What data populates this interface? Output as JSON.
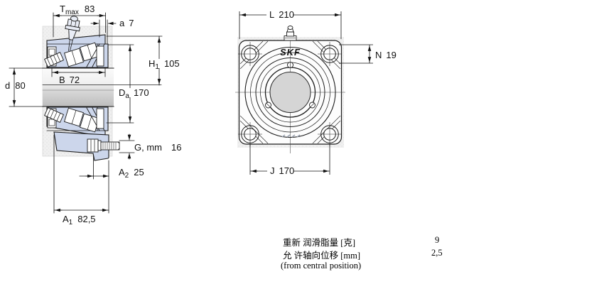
{
  "front_view": {
    "dimensions": {
      "tmax": {
        "sym": "T",
        "sub": "max",
        "val": "83"
      },
      "a": {
        "sym": "a",
        "val": "7"
      },
      "h1": {
        "sym": "H",
        "sub": "1",
        "val": "105"
      },
      "d": {
        "sym": "d",
        "val": "80"
      },
      "b": {
        "sym": "B",
        "val": "72"
      },
      "da": {
        "sym": "D",
        "sub": "a",
        "val": "170"
      },
      "g": {
        "sym": "G, mm",
        "val": "16"
      },
      "a2": {
        "sym": "A",
        "sub": "2",
        "val": "25"
      },
      "a1": {
        "sym": "A",
        "sub": "1",
        "val": "82,5"
      }
    }
  },
  "side_view": {
    "logo": "SKF",
    "dimensions": {
      "l": {
        "sym": "L",
        "val": "210"
      },
      "n": {
        "sym": "N",
        "val": "19"
      },
      "j": {
        "sym": "J",
        "val": "170"
      }
    }
  },
  "notes": {
    "rows": [
      {
        "label": "重新 润滑脂量 [克]",
        "value": "9"
      },
      {
        "label": "允 许轴向位移 [mm]",
        "value": "2,5"
      }
    ],
    "footnote": "(from central position)"
  },
  "colors": {
    "housing_fill": "#ccd6eb",
    "line": "#1c1c1c",
    "bore_gray": "#d5d5d5",
    "logo_gray": "#96a0ad"
  }
}
